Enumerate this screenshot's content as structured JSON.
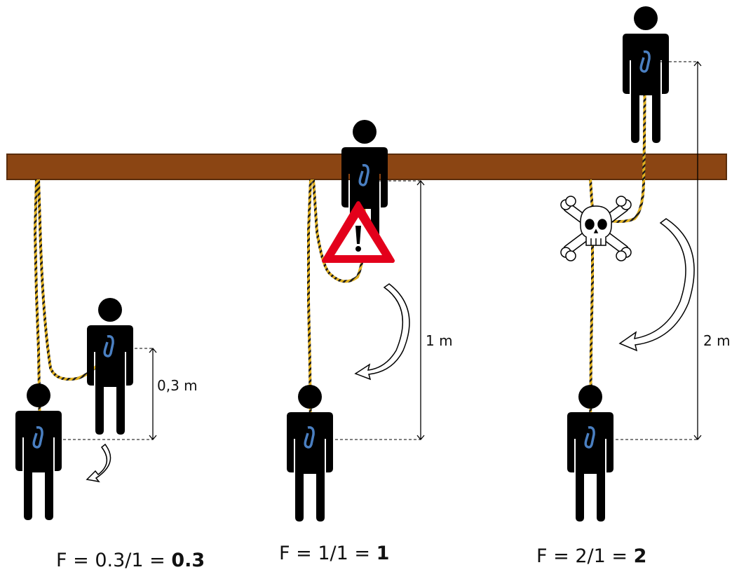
{
  "scenarios": [
    {
      "id": "low",
      "dimension_label": "0,3 m",
      "formula_prefix": "F = 0.3/1 = ",
      "formula_result": "0.3"
    },
    {
      "id": "medium",
      "dimension_label": "1 m",
      "formula_prefix": "F = 1/1 = ",
      "formula_result": "1"
    },
    {
      "id": "high",
      "dimension_label": "2 m",
      "formula_prefix": "F = 2/1 = ",
      "formula_result": "2"
    }
  ],
  "colors": {
    "beam": "#8B4513",
    "beam_stroke": "#5a2d0c",
    "figure": "#000000",
    "rope": "#d4a017",
    "carabiner": "#4a7fc1",
    "warning_red": "#e3001b"
  },
  "icons": [
    "person-icon",
    "carabiner-icon",
    "warning-triangle-icon",
    "skull-crossbones-icon",
    "curved-arrow-icon"
  ]
}
